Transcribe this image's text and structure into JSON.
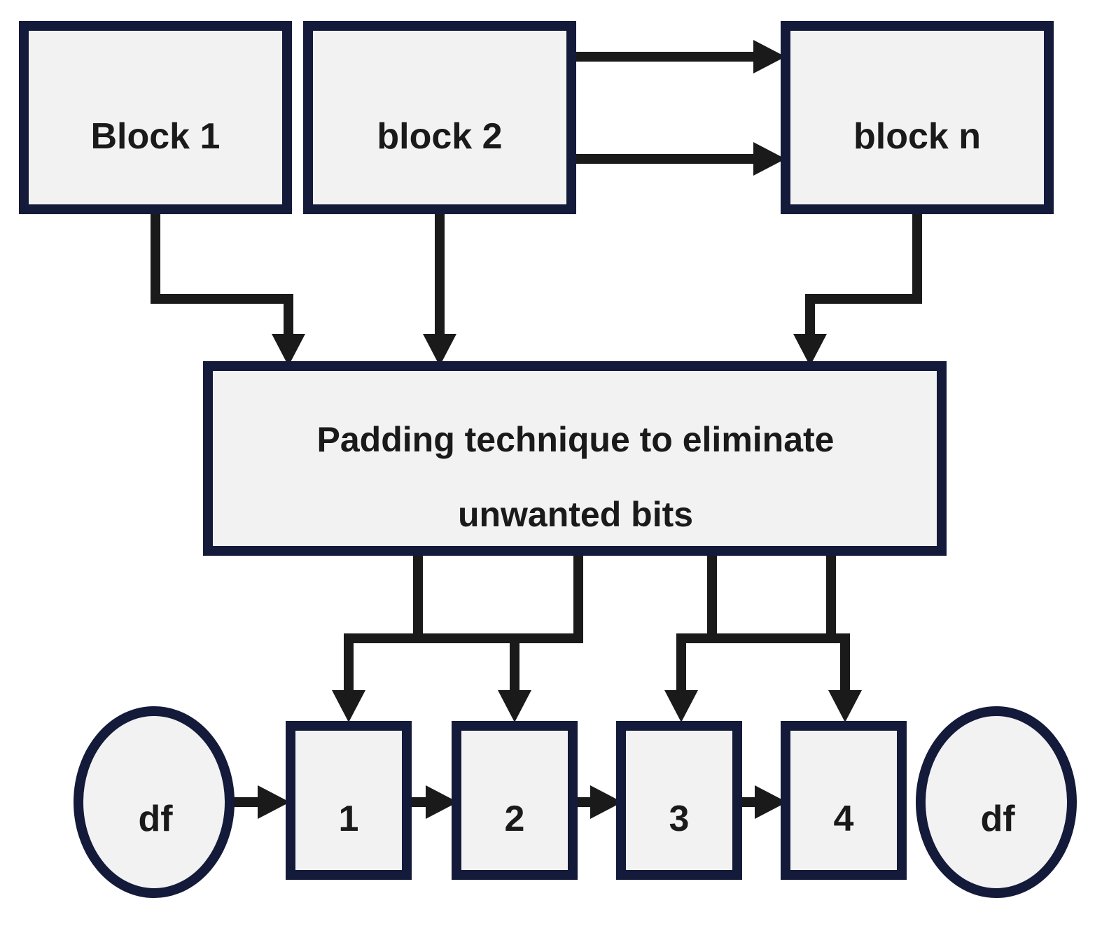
{
  "nodes": {
    "block1": {
      "label": "Block 1"
    },
    "block2": {
      "label": "block 2"
    },
    "blockn": {
      "label": "block n"
    },
    "padding": {
      "label_line1": "Padding technique to eliminate",
      "label_line2": "unwanted bits"
    },
    "cell1": {
      "label": "1"
    },
    "cell2": {
      "label": "2"
    },
    "cell3": {
      "label": "3"
    },
    "cell4": {
      "label": "4"
    },
    "df_left": {
      "label": "df"
    },
    "df_right": {
      "label": "df"
    }
  },
  "edges": [
    {
      "from": "block2",
      "to": "blockn"
    },
    {
      "from": "block2",
      "to": "blockn"
    },
    {
      "from": "block1",
      "to": "padding"
    },
    {
      "from": "block2",
      "to": "padding"
    },
    {
      "from": "blockn",
      "to": "padding"
    },
    {
      "from": "padding",
      "to": "cell1"
    },
    {
      "from": "padding",
      "to": "cell2"
    },
    {
      "from": "padding",
      "to": "cell3"
    },
    {
      "from": "padding",
      "to": "cell4"
    },
    {
      "from": "df_left",
      "to": "cell1"
    },
    {
      "from": "cell1",
      "to": "cell2"
    },
    {
      "from": "cell2",
      "to": "cell3"
    },
    {
      "from": "cell3",
      "to": "cell4"
    }
  ],
  "colors": {
    "box_fill": "#f2f2f2",
    "box_border": "#141a3a",
    "arrow": "#1a1a1a",
    "text": "#1a1a1a"
  }
}
